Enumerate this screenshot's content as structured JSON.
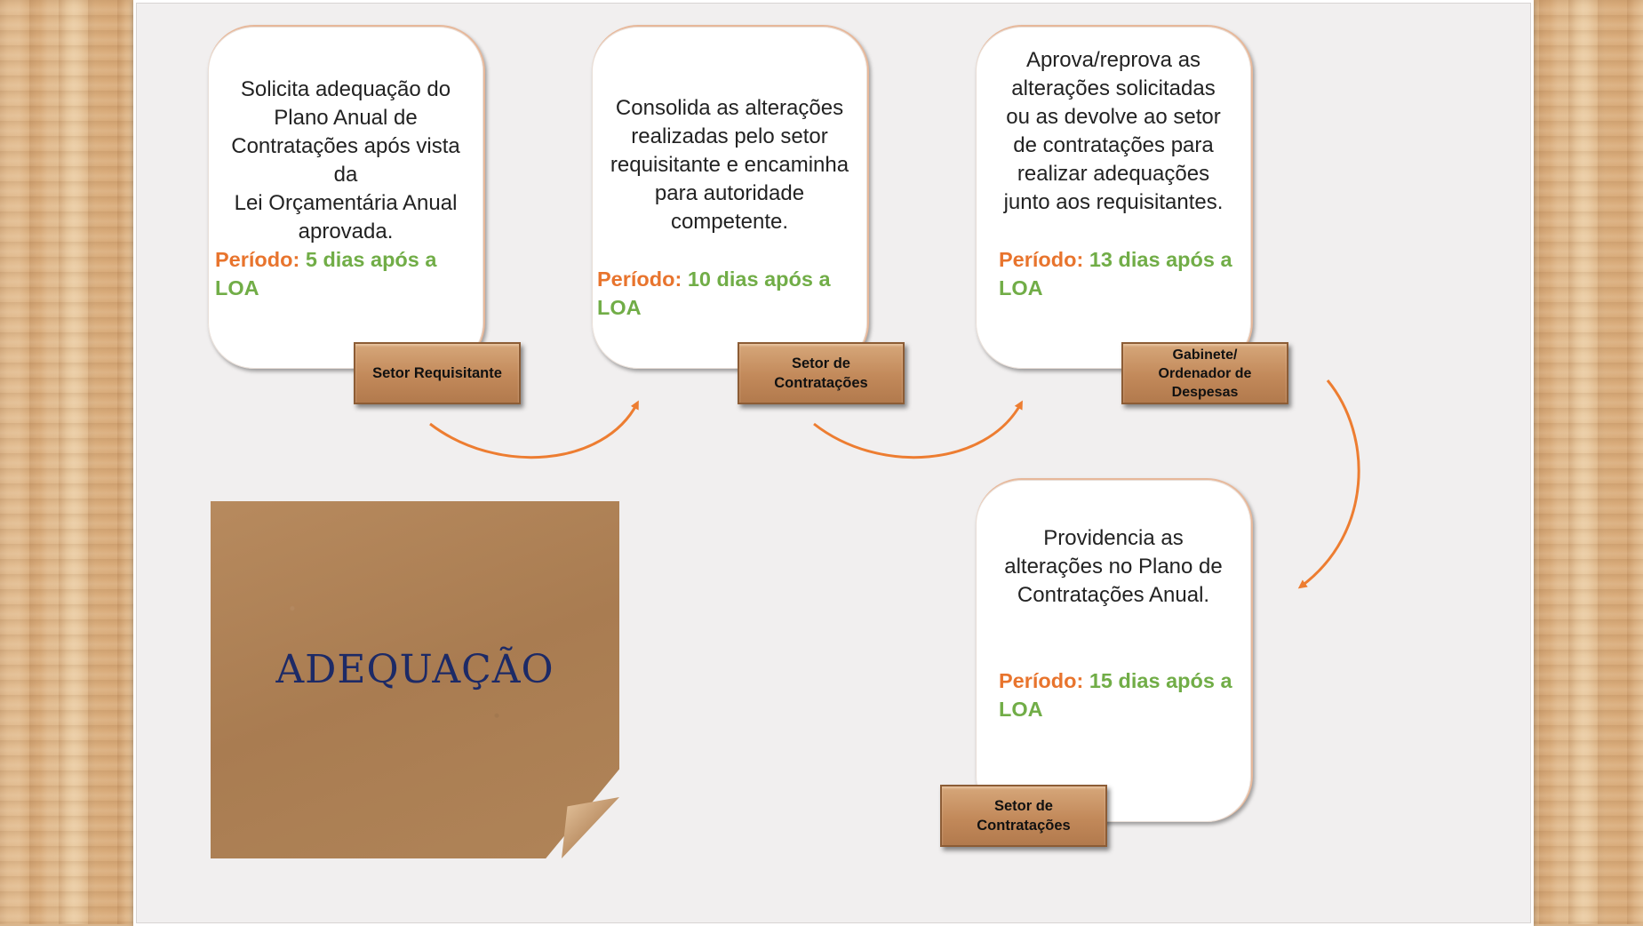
{
  "steps": [
    {
      "description": "Solicita adequação do\nPlano Anual de\nContratações após vista da\nLei Orçamentária Anual\naprovada.",
      "period_label": "Período:",
      "period_value": "5 dias após a LOA",
      "sector": "Setor Requisitante"
    },
    {
      "description": "Consolida as alterações\nrealizadas pelo setor\nrequisitante e encaminha\npara autoridade\ncompetente.",
      "period_label": "Período:",
      "period_value": "10 dias após a LOA",
      "sector": "Setor  de\nContratações"
    },
    {
      "description": "Aprova/reprova as\nalterações solicitadas\nou as devolve ao setor\nde contratações para\nrealizar adequações\njunto aos requisitantes.",
      "period_label": "Período:",
      "period_value": "13 dias após a LOA",
      "sector": "Gabinete/\nOrdenador de\nDespesas"
    },
    {
      "description": "Providencia as\nalterações no Plano de\nContratações Anual.",
      "period_label": "Período:",
      "period_value": "15 dias após a LOA",
      "sector": "Setor de\nContratações"
    }
  ],
  "title": "ADEQUAÇÃO",
  "colors": {
    "period_label": "#e8742d",
    "period_value": "#71ad47",
    "arrow": "#ed7d31",
    "title": "#1d2a66"
  }
}
